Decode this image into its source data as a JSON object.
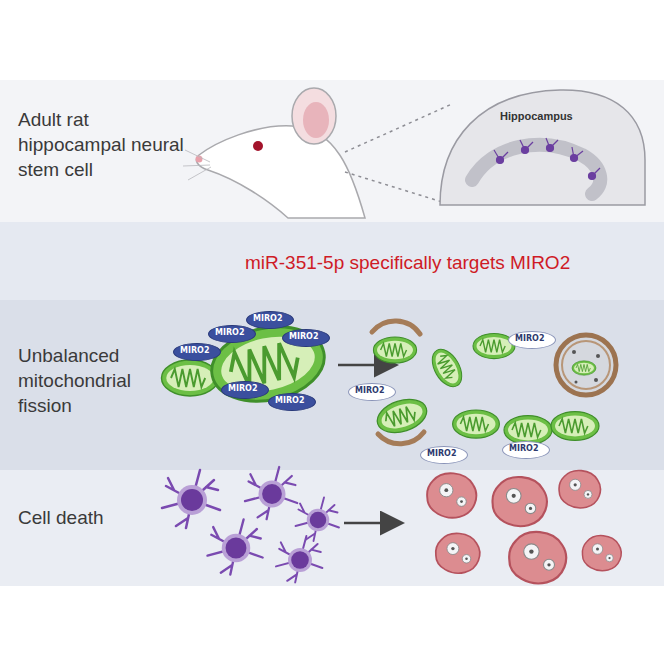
{
  "diagram": {
    "nodes": [
      {
        "text": [
          "Adult rat hippocampal neural stem cell"
        ]
      },
      {
        "text": [
          "miR-351-5p specifically targets MIRO2"
        ]
      },
      {
        "text": [
          "Unbalanced mitochondrial fission"
        ]
      },
      {
        "text": [
          "MIRO2"
        ],
        "in": 2
      },
      {
        "text": [
          "MIRO2"
        ],
        "in": 2
      },
      {
        "text": [
          "MIRO2"
        ],
        "in": 2
      },
      {
        "text": [
          "MIRO2"
        ],
        "in": 2
      },
      {
        "text": [
          "MIRO2"
        ],
        "in": 2
      },
      {
        "text": [
          "MIRO2"
        ],
        "in": 2
      },
      {
        "text": [
          "MIRO2"
        ],
        "in": 2
      },
      {
        "text": [
          "MIRO2"
        ],
        "in": 2
      },
      {
        "text": [
          "MIRO2"
        ],
        "in": 2
      },
      {
        "text": [
          "MIRO2"
        ],
        "in": 2
      },
      {
        "text": [
          "Cell death"
        ]
      }
    ],
    "labels": [
      "Hippocampus"
    ]
  }
}
